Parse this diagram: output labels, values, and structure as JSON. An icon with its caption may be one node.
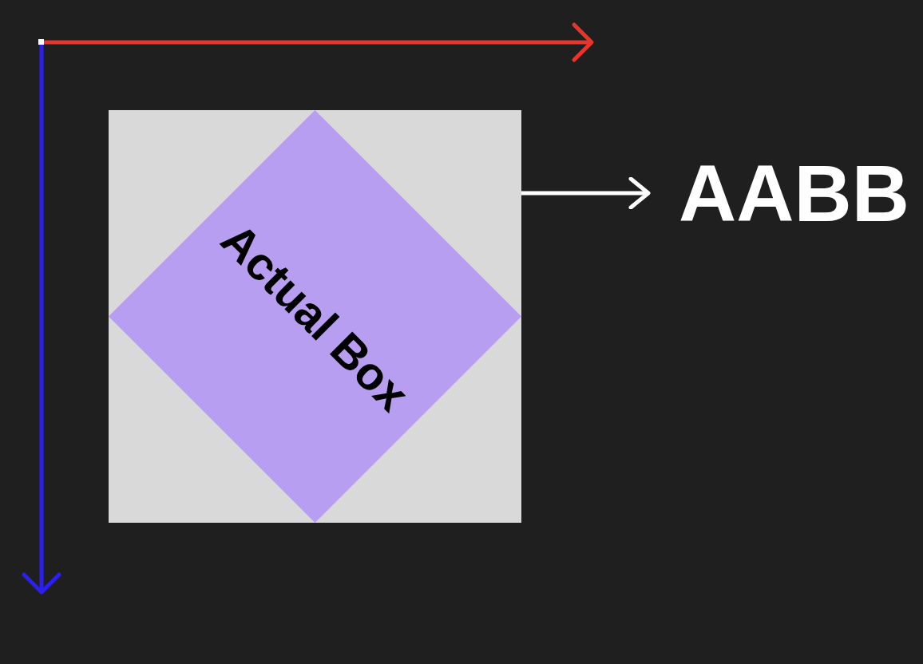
{
  "diagram": {
    "nodes": [
      {
        "text": [],
        "shape": "box"
      },
      {
        "text": [
          "Actual Box"
        ],
        "in": 0
      },
      {
        "text": [
          "AABB"
        ]
      }
    ],
    "edges": [
      {
        "from": 0,
        "to": 2,
        "arrow": "to"
      }
    ]
  }
}
